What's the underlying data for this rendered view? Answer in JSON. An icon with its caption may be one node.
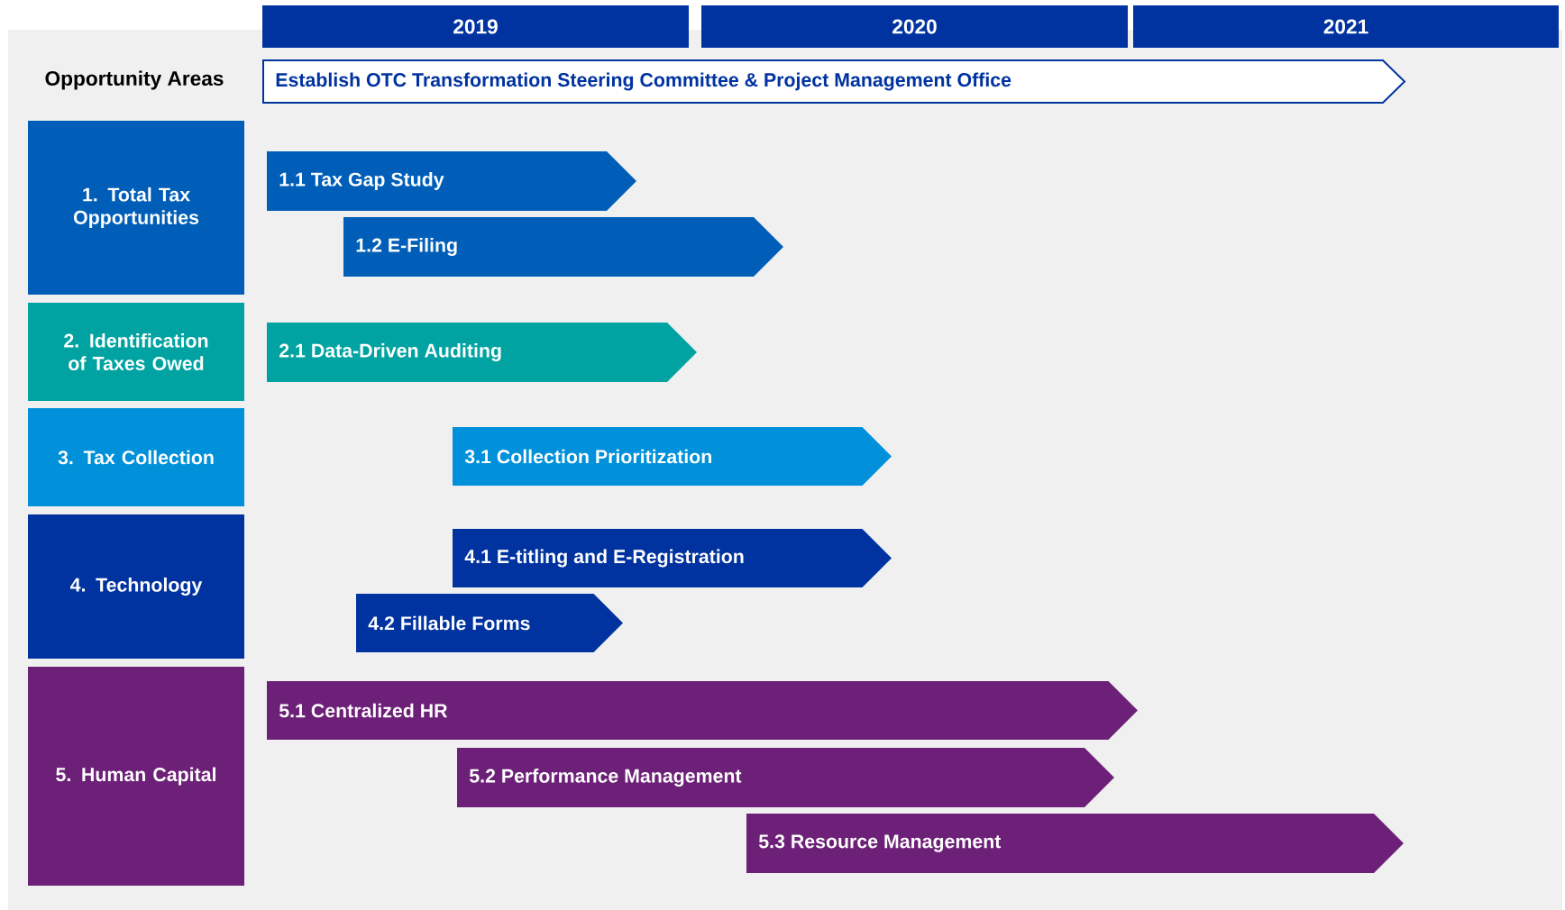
{
  "diagram": {
    "nodes": [
      {
        "text": [
          "2019"
        ]
      },
      {
        "text": [
          "2020"
        ]
      },
      {
        "text": [
          "2021"
        ]
      },
      {
        "text": [
          "Establish OTC Transformation Steering Committee & Project Management Office"
        ]
      },
      {
        "text": [
          "1. Total Tax Opportunities"
        ]
      },
      {
        "text": [
          "1.1 Tax Gap Study"
        ]
      },
      {
        "text": [
          "1.2 E-Filing"
        ]
      },
      {
        "text": [
          "2. Identification of Taxes Owed"
        ]
      },
      {
        "text": [
          "2.1 Data-Driven Auditing"
        ]
      },
      {
        "text": [
          "3. Tax Collection"
        ]
      },
      {
        "text": [
          "3.1 Collection Prioritization"
        ]
      },
      {
        "text": [
          "4. Technology"
        ]
      },
      {
        "text": [
          "4.1 E-titling and E-Registration"
        ]
      },
      {
        "text": [
          "4.2 Fillable Forms"
        ]
      },
      {
        "text": [
          "5. Human Capital"
        ]
      },
      {
        "text": [
          "5.1 Centralized HR"
        ]
      },
      {
        "text": [
          "5.2 Performance Management"
        ]
      },
      {
        "text": [
          "5.3 Resource Management"
        ]
      }
    ],
    "edges": [],
    "labels": [
      "Opportunity Areas"
    ]
  }
}
